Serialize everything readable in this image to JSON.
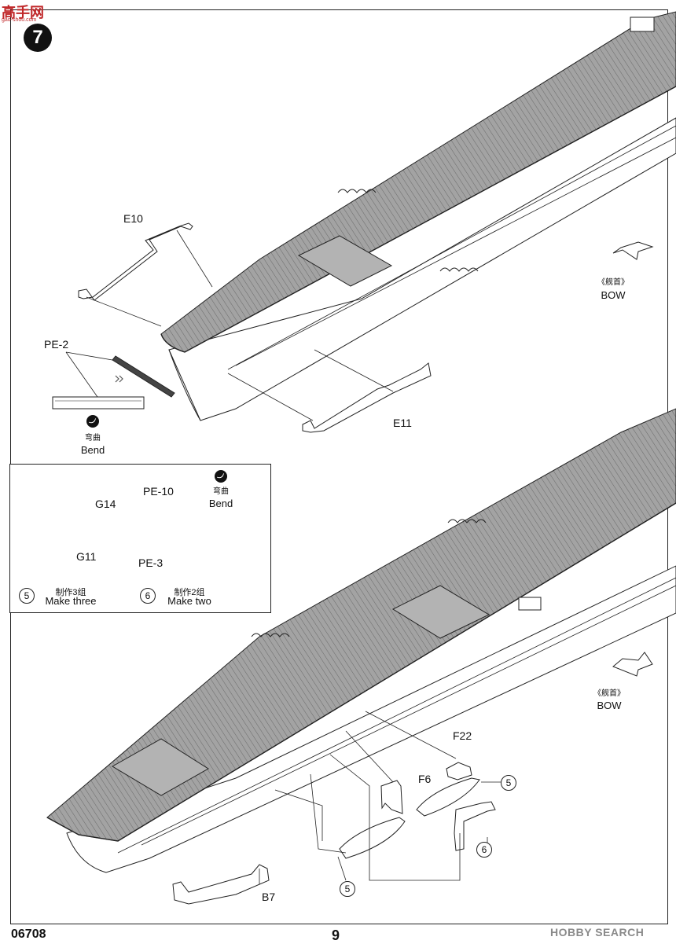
{
  "watermark_top": {
    "cn": "高手网",
    "en": "gao-shou.com"
  },
  "step_number": "7",
  "labels": {
    "E10": "E10",
    "PE2": "PE-2",
    "E11": "E11",
    "bend_cn_1": "弯曲",
    "bend_en_1": "Bend",
    "bow_cn_1": "《舰首》",
    "bow_en_1": "BOW",
    "bow_cn_2": "《舰首》",
    "bow_en_2": "BOW",
    "F22": "F22",
    "F6": "F6",
    "B7": "B7",
    "five_a": "5",
    "five_b": "5",
    "six_a": "6"
  },
  "inset": {
    "G14": "G14",
    "G11": "G11",
    "PE10": "PE-10",
    "PE3": "PE-3",
    "bend_cn": "弯曲",
    "bend_en": "Bend",
    "step5_num": "5",
    "step5_cn": "制作3组",
    "step5_en": "Make three",
    "step6_num": "6",
    "step6_cn": "制作2组",
    "step6_en": "Make two"
  },
  "footer": {
    "code": "06708",
    "page": "9",
    "watermark": "HOBBY SEARCH"
  },
  "colors": {
    "deck": "#9a9a9a",
    "lines": "#222222",
    "logo": "#c0282a"
  }
}
